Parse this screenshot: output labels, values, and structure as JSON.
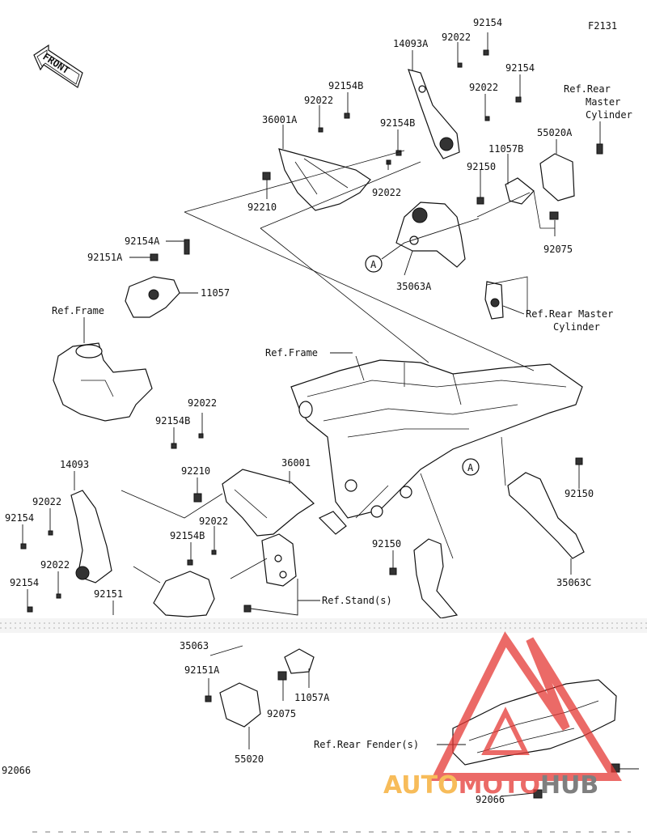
{
  "diagram": {
    "code": "F2131",
    "front_label": "FRONT",
    "callout_a": "A",
    "labels": {
      "p92154_top": "92154",
      "p14093A": "14093A",
      "p92022_top": "92022",
      "p92154_r": "92154",
      "p92154B_top": "92154B",
      "p92022_tl": "92022",
      "p92022_tr": "92022",
      "p36001A": "36001A",
      "p92154B_mid": "92154B",
      "ref_rear_master_cyl_1": "Ref.Rear",
      "ref_rear_master_cyl_2": "Master",
      "ref_rear_master_cyl_3": "Cylinder",
      "p55020A": "55020A",
      "p11057B": "11057B",
      "p92150_top": "92150",
      "p92210_top": "92210",
      "p92022_mid": "92022",
      "p92075_top": "92075",
      "p92154A": "92154A",
      "p92151A_top": "92151A",
      "p11057": "11057",
      "p35063A": "35063A",
      "ref_frame_1": "Ref.Frame",
      "ref_rear_master_cyl_b1": "Ref.Rear Master",
      "ref_rear_master_cyl_b2": "Cylinder",
      "ref_frame_2": "Ref.Frame",
      "p92022_l1": "92022",
      "p92154B_l": "92154B",
      "p92150_r": "92150",
      "p14093": "14093",
      "p36001": "36001",
      "p92210_l": "92210",
      "p92022_l2": "92022",
      "p92154_l1": "92154",
      "p92022_l3": "92022",
      "p92154B_l2": "92154B",
      "p92150_c": "92150",
      "p92154_l2": "92154",
      "p35063C": "35063C",
      "p92151": "92151",
      "ref_stands": "Ref.Stand(s)",
      "p35063": "35063",
      "p92151A_b": "92151A",
      "p11057A": "11057A",
      "p92075_b": "92075",
      "p55020": "55020",
      "ref_rear_fender": "Ref.Rear Fender(s)",
      "p92066_l": "92066",
      "p92066_b": "92066"
    }
  },
  "watermark": {
    "text_a": "AUTO",
    "text_b": "MOTO",
    "text_c": "HUB",
    "color_a": "#f5a623",
    "color_b": "#e53935",
    "color_c": "#555555"
  },
  "colors": {
    "line": "#111111",
    "background": "#ffffff"
  }
}
